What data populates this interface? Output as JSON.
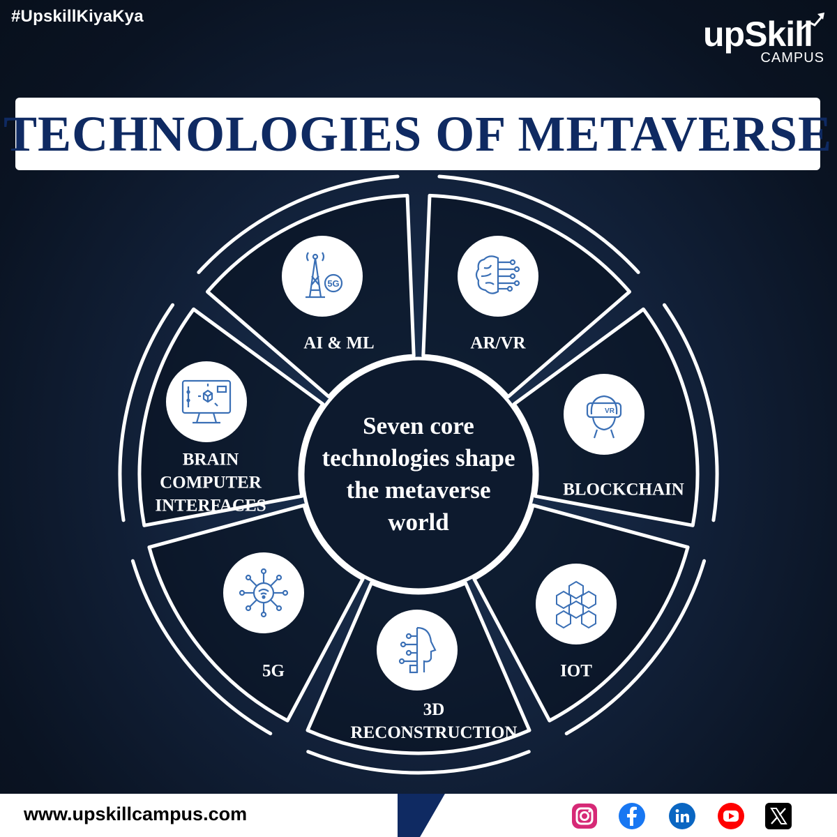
{
  "hashtag": "#UpskillKiyaKya",
  "logo": {
    "main": "upSkill",
    "sub": "CAMPUS"
  },
  "title": "TECHNOLOGIES OF METAVERSE",
  "center_text": "Seven core technologies shape the metaverse world",
  "segments": [
    {
      "label": "AI & ML",
      "icon": "cell-tower-5g-icon"
    },
    {
      "label": "AR/VR",
      "icon": "brain-circuit-icon"
    },
    {
      "label": "BLOCKCHAIN",
      "icon": "vr-headset-icon"
    },
    {
      "label": "IOT",
      "icon": "blockchain-cubes-icon"
    },
    {
      "label": "3D\nRECONSTRUCTION",
      "icon": "cyborg-head-icon"
    },
    {
      "label": "5G",
      "icon": "wifi-network-icon"
    },
    {
      "label": "BRAIN\nCOMPUTER\nINTERFACES",
      "icon": "computer-3d-cube-icon"
    }
  ],
  "footer": {
    "url": "www.upskillcampus.com",
    "social": [
      "instagram-icon",
      "facebook-icon",
      "linkedin-icon",
      "youtube-icon",
      "x-icon"
    ]
  },
  "colors": {
    "background": "#0b1424",
    "title_text": "#0f2a62",
    "icon_blue": "#3a6fb5",
    "instagram": "#d62976",
    "facebook": "#1877f2",
    "linkedin": "#0a66c2",
    "youtube": "#ff0000",
    "x": "#000000"
  }
}
